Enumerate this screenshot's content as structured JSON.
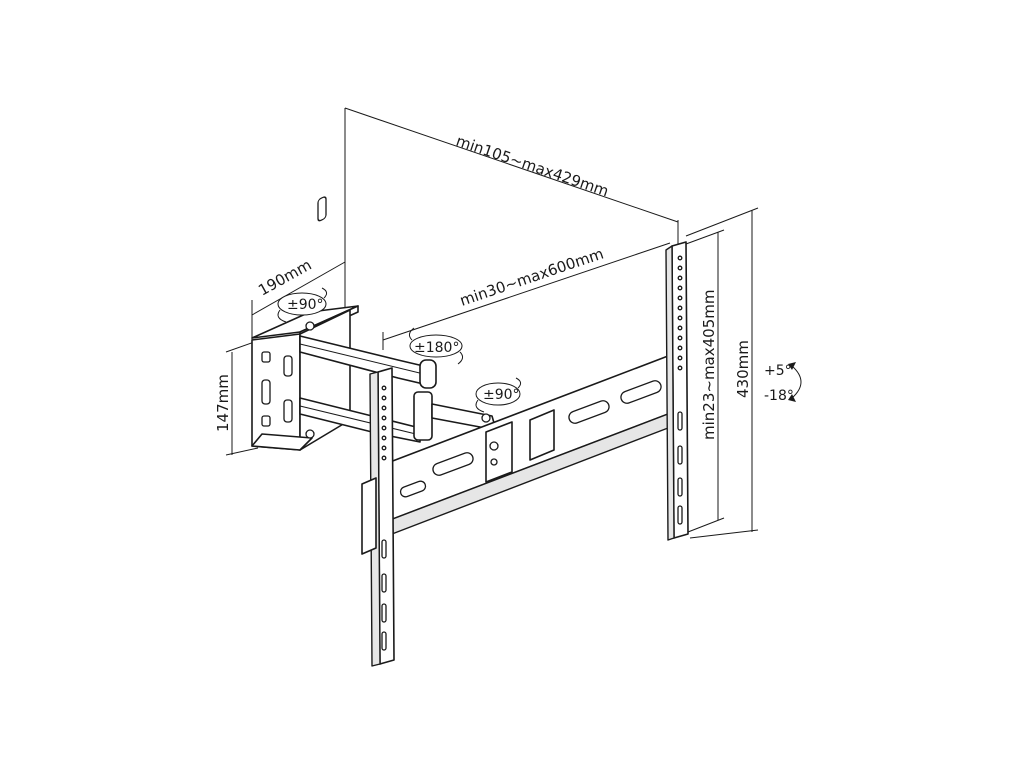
{
  "dimensions": {
    "arm_reach": "min105~max429mm",
    "plate_span": "min30~max600mm",
    "wall_plate_width": "190mm",
    "wall_plate_height": "147mm",
    "bracket_height": "430mm",
    "vertical_adjust": "min23~max405mm"
  },
  "rotations": {
    "wall_swivel": "±90°",
    "arm_swivel": "±180°",
    "head_swivel": "±90°"
  },
  "tilt": {
    "up": "+5°",
    "down": "-18°"
  }
}
